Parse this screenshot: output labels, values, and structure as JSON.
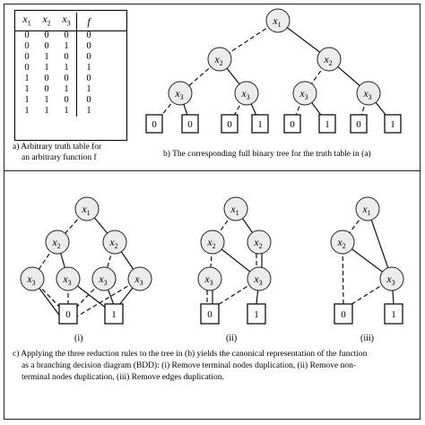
{
  "truth_table": {
    "headers": [
      "x1",
      "x2",
      "x3",
      "f"
    ],
    "rows": [
      [
        "0",
        "0",
        "0",
        "0"
      ],
      [
        "0",
        "0",
        "1",
        "0"
      ],
      [
        "0",
        "1",
        "0",
        "0"
      ],
      [
        "0",
        "1",
        "1",
        "1"
      ],
      [
        "1",
        "0",
        "0",
        "0"
      ],
      [
        "1",
        "0",
        "1",
        "1"
      ],
      [
        "1",
        "1",
        "0",
        "0"
      ],
      [
        "1",
        "1",
        "1",
        "1"
      ]
    ]
  },
  "captions": {
    "a_line1": "a)   Arbitrary truth table for",
    "a_line2": "an arbitrary function f",
    "b": "b) The corresponding full binary tree for the truth table in (a)",
    "c_line1": "c) Applying the three reduction rules to the tree in (b) yields the canonical representation of the function",
    "c_line2": "as a branching decision diagram (BDD): (i) Remove terminal nodes duplication, (ii) Remove non-",
    "c_line3": "terminal nodes duplication, (iii) Remove edges duplication.",
    "sub_i": "(i)",
    "sub_ii": "(ii)",
    "sub_iii": "(iii)"
  },
  "node_labels": {
    "x1": "x1",
    "x2": "x2",
    "x3": "x3"
  },
  "full_tree_leaves": [
    "0",
    "0",
    "0",
    "1",
    "0",
    "1",
    "0",
    "1"
  ],
  "bdd_terminals": [
    "0",
    "1"
  ]
}
